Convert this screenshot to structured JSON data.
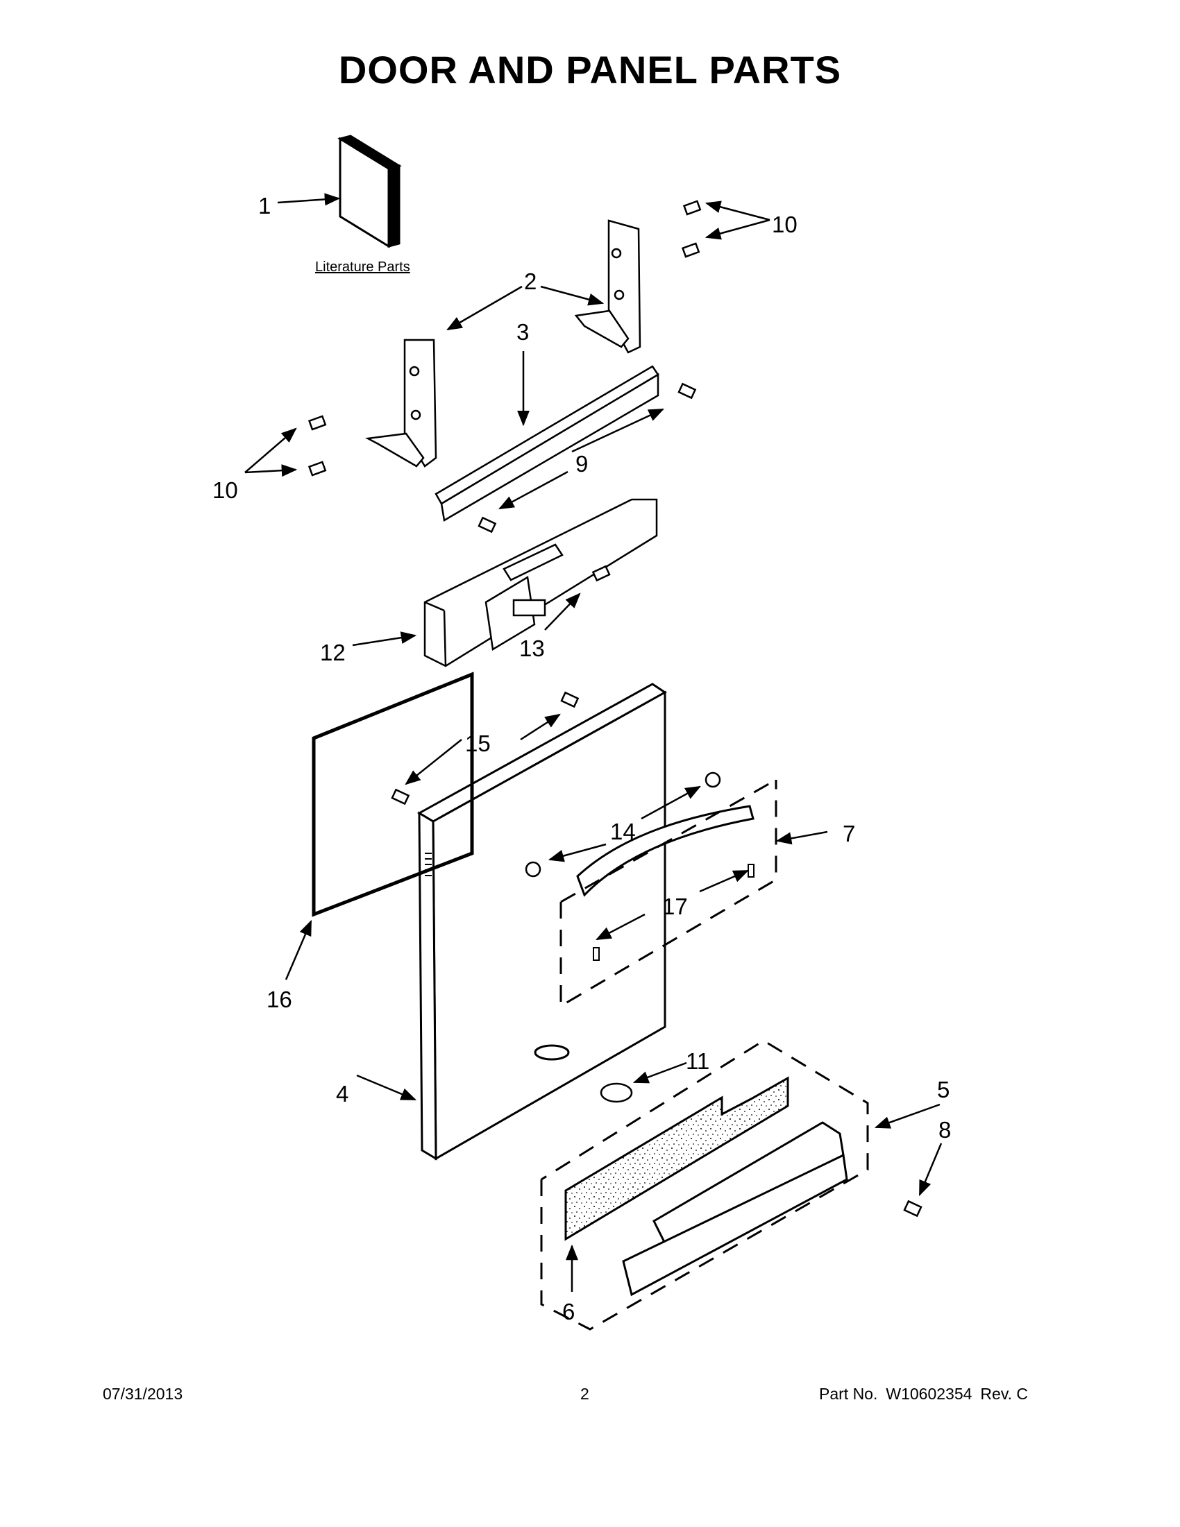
{
  "title": "DOOR AND PANEL PARTS",
  "literature_label": "Literature Parts",
  "callouts": {
    "c1": "1",
    "c2": "2",
    "c3": "3",
    "c4": "4",
    "c5": "5",
    "c6": "6",
    "c7": "7",
    "c8": "8",
    "c9": "9",
    "c10a": "10",
    "c10b": "10",
    "c11": "11",
    "c12": "12",
    "c13": "13",
    "c14": "14",
    "c15": "15",
    "c16": "16",
    "c17": "17"
  },
  "footer": {
    "date": "07/31/2013",
    "page": "2",
    "part_label": "Part No.",
    "part_number": "W10602354",
    "revision": "Rev.  C"
  }
}
